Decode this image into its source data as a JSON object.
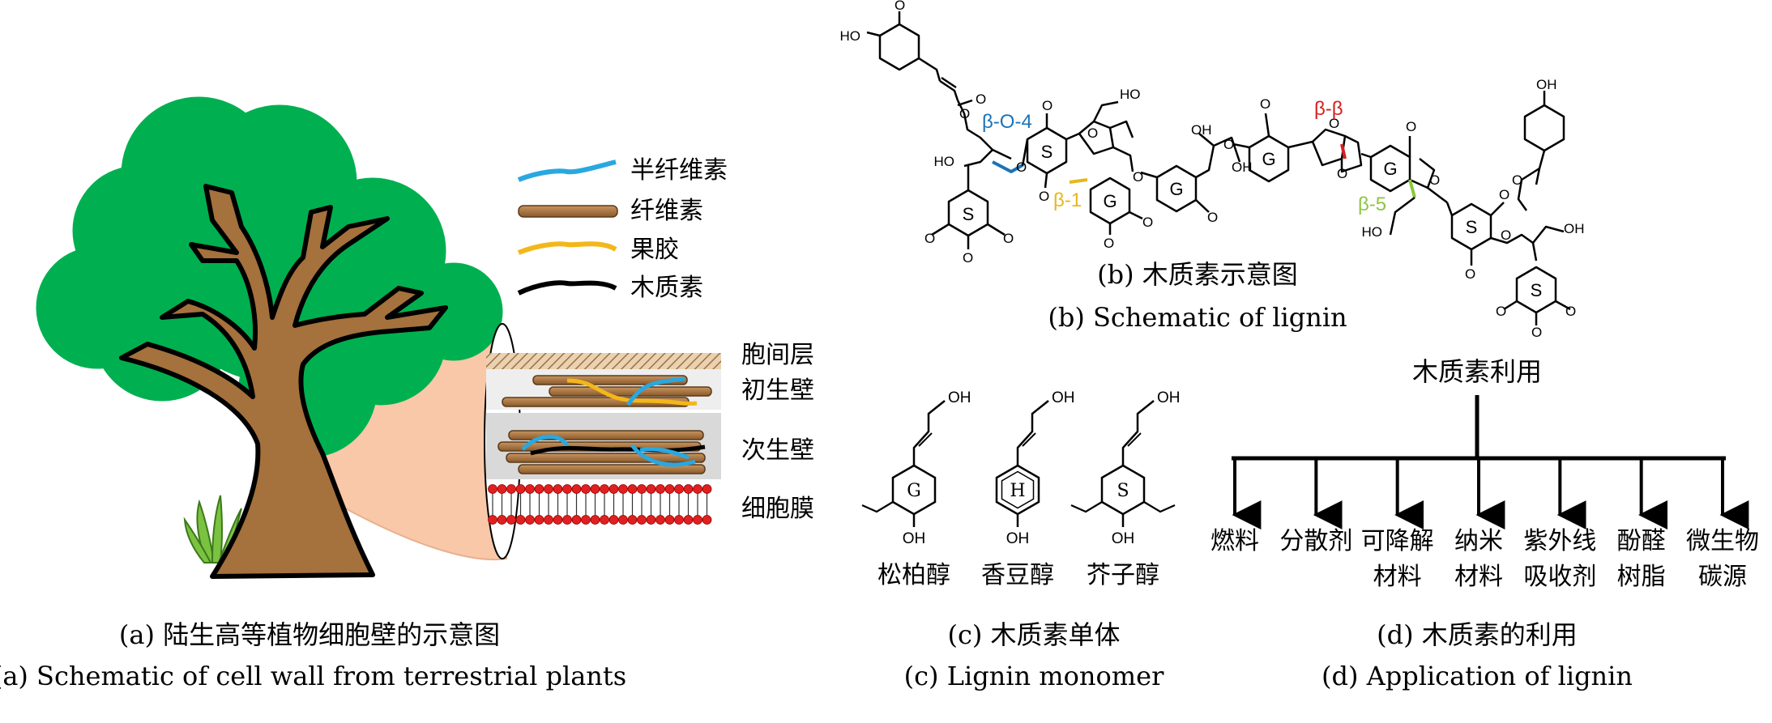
{
  "panel_a": {
    "legend": [
      {
        "label": "半纤维素",
        "color": "#29a8e0",
        "kind": "wave"
      },
      {
        "label": "纤维素",
        "color": "#a9713a",
        "kind": "rod"
      },
      {
        "label": "果胶",
        "color": "#f2b71a",
        "kind": "wave"
      },
      {
        "label": "木质素",
        "color": "#000000",
        "kind": "wave"
      }
    ],
    "layers": [
      "胞间层",
      "初生壁",
      "次生壁",
      "细胞膜"
    ],
    "caption_cn": "(a) 陆生高等植物细胞壁的示意图",
    "caption_en": "(a) Schematic of cell wall from terrestrial plants",
    "colors": {
      "canopy": "#00b050",
      "trunk": "#a5713c",
      "grass": "#7cc241",
      "zoom": "#f8c8a8",
      "membrane": "#e02020"
    }
  },
  "panel_b": {
    "caption_cn": "(b) 木质素示意图",
    "caption_en": "(b) Schematic of lignin",
    "linkages": [
      {
        "label": "β-O-4",
        "color": "#1a73b8"
      },
      {
        "label": "β-1",
        "color": "#e6b81e"
      },
      {
        "label": "β-β",
        "color": "#d42020"
      },
      {
        "label": "β-5",
        "color": "#8cc63f"
      }
    ],
    "ring_labels": {
      "s": "S",
      "g": "G"
    },
    "atoms": {
      "o": "O",
      "oh": "OH",
      "ho": "HO"
    }
  },
  "panel_c": {
    "monomers": [
      {
        "ring": "G",
        "name": "松柏醇"
      },
      {
        "ring": "H",
        "name": "香豆醇"
      },
      {
        "ring": "S",
        "name": "芥子醇"
      }
    ],
    "oh": "OH",
    "caption_cn": "(c) 木质素单体",
    "caption_en": "(c) Lignin monomer"
  },
  "panel_d": {
    "root": "木质素利用",
    "items": [
      {
        "line1": "燃料",
        "line2": ""
      },
      {
        "line1": "分散剂",
        "line2": ""
      },
      {
        "line1": "可降解",
        "line2": "材料"
      },
      {
        "line1": "纳米",
        "line2": "材料"
      },
      {
        "line1": "紫外线",
        "line2": "吸收剂"
      },
      {
        "line1": "酚醛",
        "line2": "树脂"
      },
      {
        "line1": "微生物",
        "line2": "碳源"
      }
    ],
    "caption_cn": "(d) 木质素的利用",
    "caption_en": "(d) Application of lignin"
  }
}
